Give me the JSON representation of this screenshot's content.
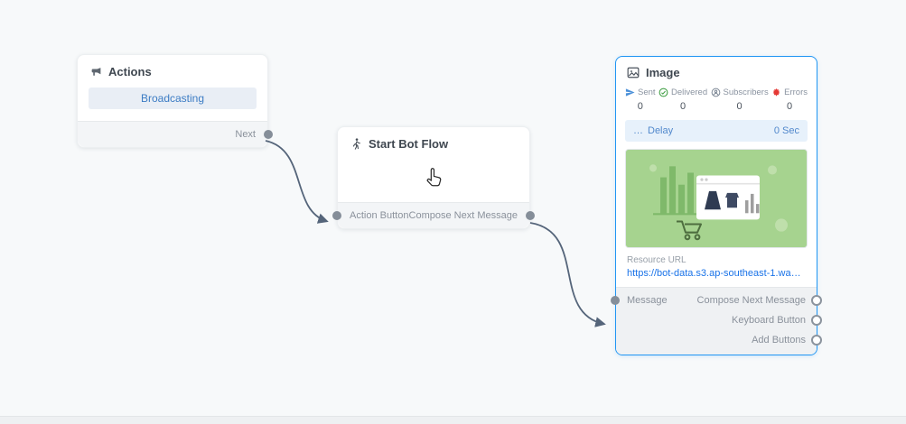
{
  "colors": {
    "canvas_bg": "#f7f9fa",
    "selected_node_border": "#2196f3",
    "link_blue": "#1a73e8",
    "accent_blue": "#4a90d9",
    "success_green": "#43a047",
    "error_red": "#e53935",
    "edge_gray": "#55657a",
    "port_gray": "#858e99"
  },
  "nodes": {
    "actions": {
      "title": "Actions",
      "items": [
        "Broadcasting"
      ],
      "output_label": "Next"
    },
    "start_bot_flow": {
      "title": "Start Bot Flow",
      "input_label": "Action Button",
      "output_label": "Compose Next Message"
    },
    "image": {
      "title": "Image",
      "stats": [
        {
          "label": "Sent",
          "value": "0"
        },
        {
          "label": "Delivered",
          "value": "0"
        },
        {
          "label": "Subscribers",
          "value": "0"
        },
        {
          "label": "Errors",
          "value": "0"
        }
      ],
      "delay": {
        "icon": "…",
        "label": "Delay",
        "value": "0 Sec"
      },
      "resource_url_label": "Resource URL",
      "resource_url": "https://bot-data.s3.ap-southeast-1.wasab...",
      "input_label": "Message",
      "outputs": [
        "Compose Next Message",
        "Keyboard Button",
        "Add Buttons"
      ]
    }
  }
}
